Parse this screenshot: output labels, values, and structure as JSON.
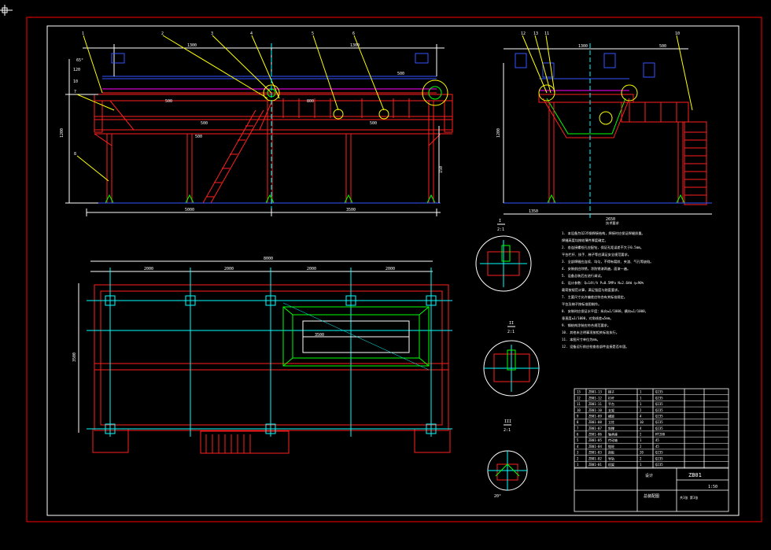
{
  "colors": {
    "background": "#000000",
    "frame": "#ff0000",
    "structure": "#ff2020",
    "dimension": "#ffffff",
    "leader": "#ffff00",
    "centerline": "#00ffff",
    "detail": "#00ff00",
    "accent": "#0000ff",
    "magenta": "#ff00ff"
  },
  "front_view": {
    "top_dims": [
      "1300",
      "1300"
    ],
    "left_dims": [
      "10",
      "120",
      "1200"
    ],
    "inner_labels": [
      "500",
      "500",
      "800",
      "500",
      "500",
      "500"
    ],
    "bottom_dims": [
      "5000",
      "3500"
    ],
    "callout_numbers": [
      "1",
      "2",
      "3",
      "4",
      "5",
      "6",
      "7",
      "8"
    ],
    "angle": "65°",
    "side_label": "150"
  },
  "side_view": {
    "callout_numbers": [
      "12",
      "13",
      "11",
      "10"
    ],
    "top_dims": [
      "1300",
      "500"
    ],
    "left_dim": "1200",
    "bottom_dims": [
      "1350",
      "2650"
    ]
  },
  "plan_view": {
    "overall_dim": "8000",
    "segment_dims": [
      "2000",
      "2000",
      "2000",
      "2000"
    ],
    "height_dim": "3500",
    "inner_dim": "3500"
  },
  "detail_views": {
    "labels": [
      "I",
      "II",
      "III"
    ],
    "scales": [
      "2:1",
      "2:1",
      "2:1"
    ],
    "angle": "20°"
  },
  "notes": {
    "title": "技术要求",
    "lines": [
      "1. 本设备为Q235钢焊接结构，焊接时应保证焊缝质量。",
      "   焊缝高度均按较薄件厚度确定。",
      "2. 各连接螺栓孔应配钻，保证孔距误差不大于0.5mm。",
      "   平台栏杆、扶手、梯子等应满足安全规范要求。",
      "3. 全部焊缝应连续、均匀，不得有裂纹、夹渣、气孔等缺陷。",
      "4. 安装前应除锈，涂防锈漆两遍，面漆一遍。",
      "5. 设备总装后应进行调试。",
      "6. 设计参数：Q=14t/h  P=0.5MPa  N=2.6kW  η=90%",
      "   载荷按规范计算，满足强度与刚度要求。",
      "7. 主要尺寸允许偏差应符合有关标准规定。",
      "   平台及梯子按标准图制作。",
      "8. 安装时应保证水平度：纵向≤1/1000，横向≤1/1000，",
      "   垂直度≤1/1000，对角线差≤5mm。",
      "9. 钢结构涂装应符合规范要求。",
      "10. 其他未注明事项按相关标准执行。",
      "11. 本图尺寸单位为mm。",
      "12. 设备运行前应检查各部件连接是否牢固。"
    ]
  },
  "title_block": {
    "drawing_no": "ZB01",
    "drawing_name": "总装配图",
    "scale_label": "1:50",
    "sheet": "共1张 第1张",
    "company": "设计",
    "parts_rows": [
      [
        "13",
        "ZB01-13",
        "梯子",
        "1",
        "Q235",
        ""
      ],
      [
        "12",
        "ZB01-12",
        "栏杆",
        "1",
        "Q235",
        ""
      ],
      [
        "11",
        "ZB01-11",
        "平台",
        "1",
        "Q235",
        ""
      ],
      [
        "10",
        "ZB01-10",
        "支架",
        "2",
        "Q235",
        ""
      ],
      [
        "9",
        "ZB01-09",
        "横梁",
        "4",
        "Q235",
        ""
      ],
      [
        "8",
        "ZB01-08",
        "立柱",
        "10",
        "Q235",
        ""
      ],
      [
        "7",
        "ZB01-07",
        "斜撑",
        "4",
        "Q235",
        ""
      ],
      [
        "6",
        "ZB01-06",
        "轴承座",
        "2",
        "HT200",
        ""
      ],
      [
        "5",
        "ZB01-05",
        "传动轴",
        "1",
        "45",
        ""
      ],
      [
        "4",
        "ZB01-04",
        "链轮",
        "2",
        "45",
        ""
      ],
      [
        "3",
        "ZB01-03",
        "刮板",
        "20",
        "Q235",
        ""
      ],
      [
        "2",
        "ZB01-02",
        "导轨",
        "2",
        "Q235",
        ""
      ],
      [
        "1",
        "ZB01-01",
        "机架",
        "1",
        "Q235",
        ""
      ]
    ]
  }
}
